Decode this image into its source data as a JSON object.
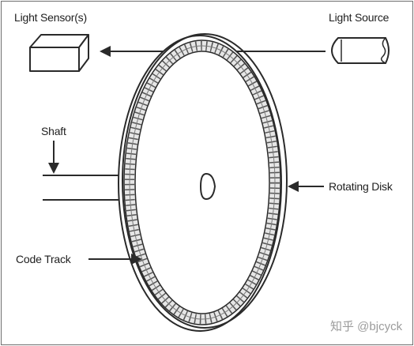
{
  "labels": {
    "light_sensor": "Light Sensor(s)",
    "light_source": "Light Source",
    "shaft": "Shaft",
    "rotating_disk": "Rotating Disk",
    "code_track": "Code Track"
  },
  "watermark": "知乎 @bjcyck",
  "colors": {
    "line": "#2a2a2a",
    "track_fill": "#e6e6e6",
    "watermark": "#9b9b9b"
  }
}
